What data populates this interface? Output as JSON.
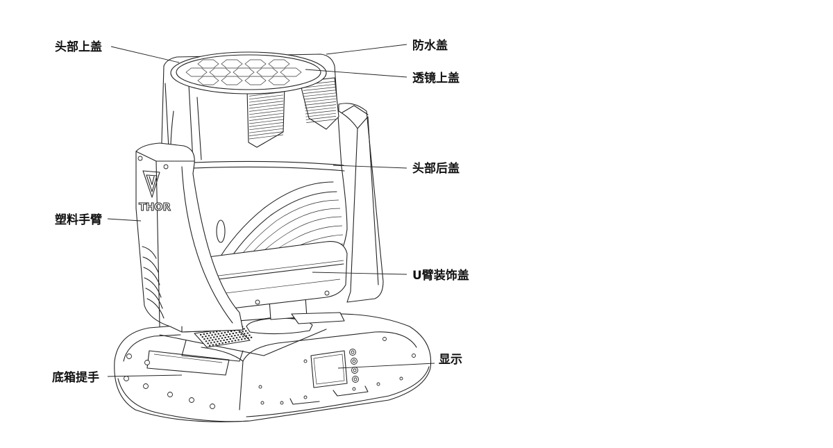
{
  "labels": {
    "head_top_cover": "头部上盖",
    "waterproof_cover": "防水盖",
    "lens_top_cover": "透镜上盖",
    "head_rear_cover": "头部后盖",
    "plastic_arm": "塑料手臂",
    "u_arm_trim_cover": "U臂装饰盖",
    "display": "显示",
    "base_handle": "底箱提手"
  },
  "brand_logo_text": "THOR",
  "colors": {
    "line": "#222222",
    "background": "#ffffff",
    "text": "#111111"
  }
}
